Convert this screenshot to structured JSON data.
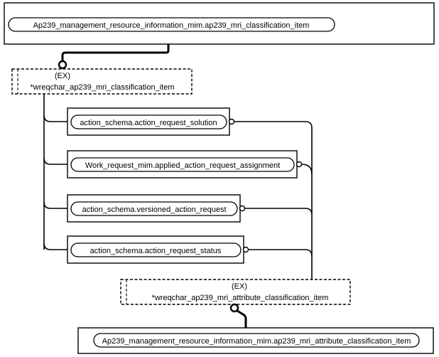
{
  "top_entity": {
    "label": "Ap239_management_resource_information_mim.ap239_mri_classification_item"
  },
  "top_select": {
    "tag": "(EX)",
    "label": "*wreqchar_ap239_mri_classification_item"
  },
  "members": [
    {
      "label": "action_schema.action_request_solution"
    },
    {
      "label": "Work_request_mim.applied_action_request_assignment"
    },
    {
      "label": "action_schema.versioned_action_request"
    },
    {
      "label": "action_schema.action_request_status"
    }
  ],
  "bottom_select": {
    "tag": "(EX)",
    "label": "*wreqchar_ap239_mri_attribute_classification_item"
  },
  "bottom_entity": {
    "label": "Ap239_management_resource_information_mim.ap239_mri_attribute_classification_item"
  }
}
